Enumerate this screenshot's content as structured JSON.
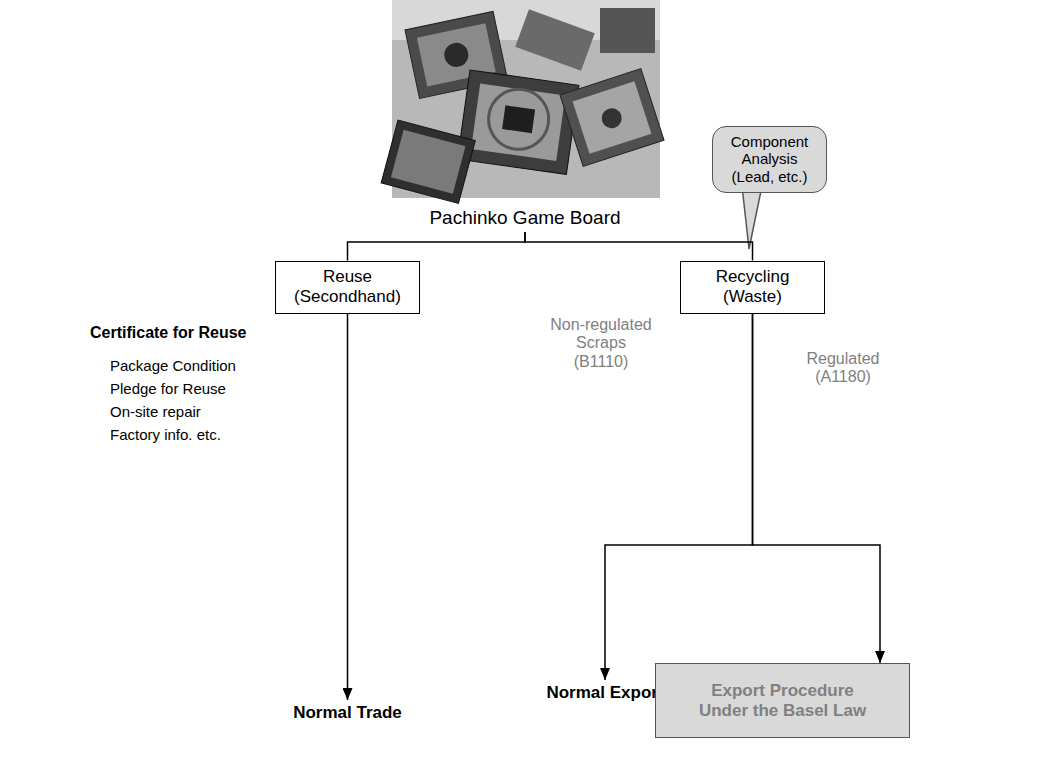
{
  "diagram": {
    "nodes": [
      {
        "text": [
          "Pachinko Game Board"
        ]
      },
      {
        "text": [
          "Component Analysis (Lead, etc.)"
        ]
      },
      {
        "text": [
          "Reuse (Secondhand)"
        ]
      },
      {
        "text": [
          "Recycling (Waste)"
        ]
      },
      {
        "text": [
          "Normal Trade"
        ]
      },
      {
        "text": [
          "Normal Export"
        ]
      },
      {
        "text": [
          "Export Procedure Under the Basel Law"
        ]
      }
    ],
    "edges": [
      {
        "from": 0,
        "to": 2,
        "arrow": "none"
      },
      {
        "from": 0,
        "to": 3,
        "arrow": "none"
      },
      {
        "from": 2,
        "to": 4,
        "arrow": "to"
      },
      {
        "from": 3,
        "to": 5,
        "arrow": "to",
        "label": "Non-regulated Scraps (B1110)"
      },
      {
        "from": 3,
        "to": 6,
        "arrow": "to",
        "label": "Regulated (A1180)"
      }
    ],
    "labels": [
      "Certificate for Reuse",
      "Package Condition",
      "Pledge for Reuse",
      "On-site repair",
      "Factory info. etc."
    ]
  }
}
